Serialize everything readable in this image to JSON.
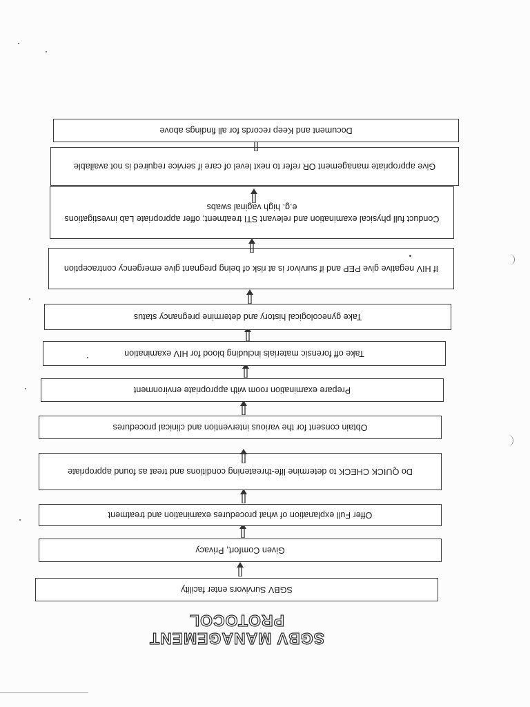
{
  "document": {
    "title": "SGBV MANAGEMENT PROTOCOL",
    "orientation": "upside-down scan",
    "steps": [
      {
        "text": "SGBV Survivors enter facility"
      },
      {
        "text": "Given Comfort, Privacy"
      },
      {
        "text": "Offer Full explanation of what procedures examination and treatment"
      },
      {
        "text": "Do QUICK CHECK to determine life-threatening conditions and treat as found appropriate"
      },
      {
        "text": "Obtain consent for the various intervention and clinical procedures"
      },
      {
        "text": "Prepare examination room with appropriate environment"
      },
      {
        "text": "Take off forensic materials including blood for HIV examination"
      },
      {
        "text": "Take gynecological history and determine pregnancy status"
      },
      {
        "text": "If HIV negative give PEP and if survivor is at risk of being pregnant give emergency contraception"
      },
      {
        "text": "Conduct full physical examination and relevant STI treatment; offer appropriate Lab investigations e.g. high vaginal swabs"
      },
      {
        "text": "Give appropriate management OR refer to next level of care if service required is not available"
      },
      {
        "text": "Document and Keep records for all findings above"
      }
    ]
  },
  "colors": {
    "ink": "#1c1c1c",
    "box_border": "#3a3a3a",
    "paper": "#fcfcfc"
  },
  "icons": {
    "connector": "arrow-down-icon"
  }
}
